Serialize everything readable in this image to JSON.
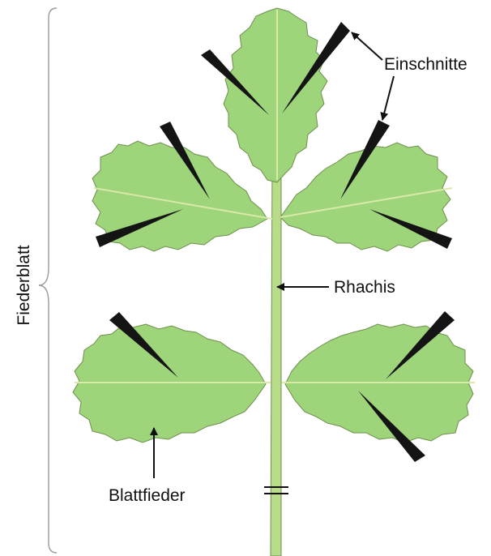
{
  "labels": {
    "whole_leaf": "Fiederblatt",
    "incisions": "Einschnitte",
    "rachis": "Rhachis",
    "leaflet": "Blattfieder"
  },
  "colors": {
    "leaf_fill": "#9ed47a",
    "rachis_fill": "#b9dc8a",
    "incision": "#141414",
    "text": "#111111"
  }
}
